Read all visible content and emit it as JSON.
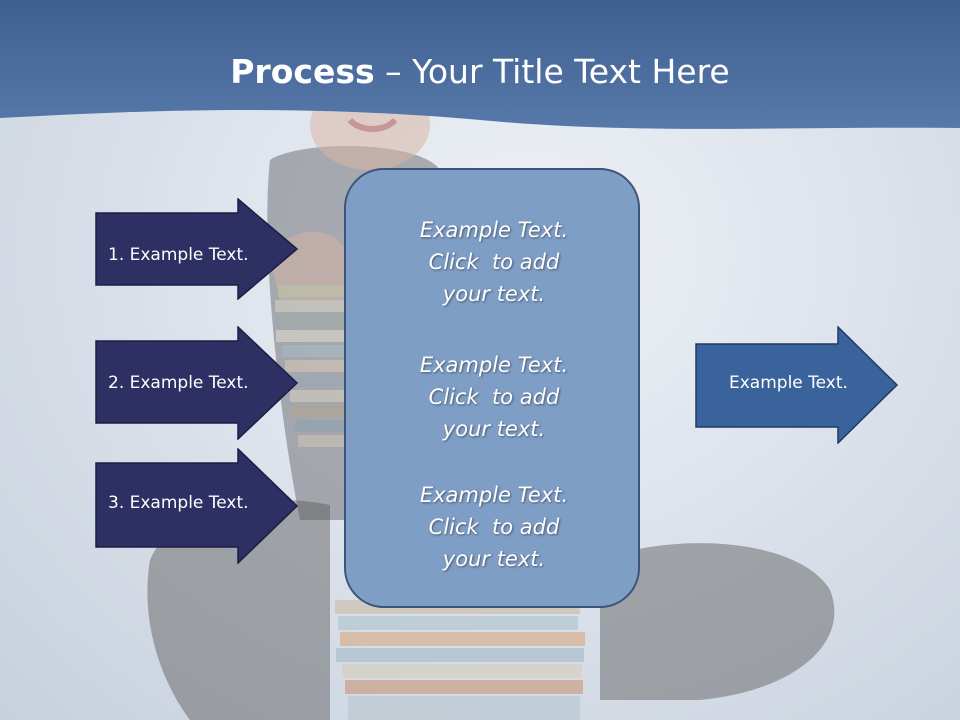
{
  "slide": {
    "title_bold": "Process",
    "title_rest": " – Your Title Text Here"
  },
  "left_arrows": [
    {
      "label": "1. Example Text."
    },
    {
      "label": "2. Example Text."
    },
    {
      "label": "3. Example Text."
    }
  ],
  "center_box": {
    "paragraphs": [
      {
        "lines": [
          "Example Text.",
          "Click  to add",
          "your text."
        ]
      },
      {
        "lines": [
          "Example Text.",
          "Click  to add",
          "your text."
        ]
      },
      {
        "lines": [
          "Example Text.",
          "Click  to add",
          "your text."
        ]
      }
    ]
  },
  "right_arrow": {
    "label": "Example Text."
  },
  "colors": {
    "header": "#4a6c9e",
    "left_arrow_fill": "#2e2f63",
    "right_arrow_fill": "#3a639c",
    "center_box_fill": "#7f9ec6"
  }
}
